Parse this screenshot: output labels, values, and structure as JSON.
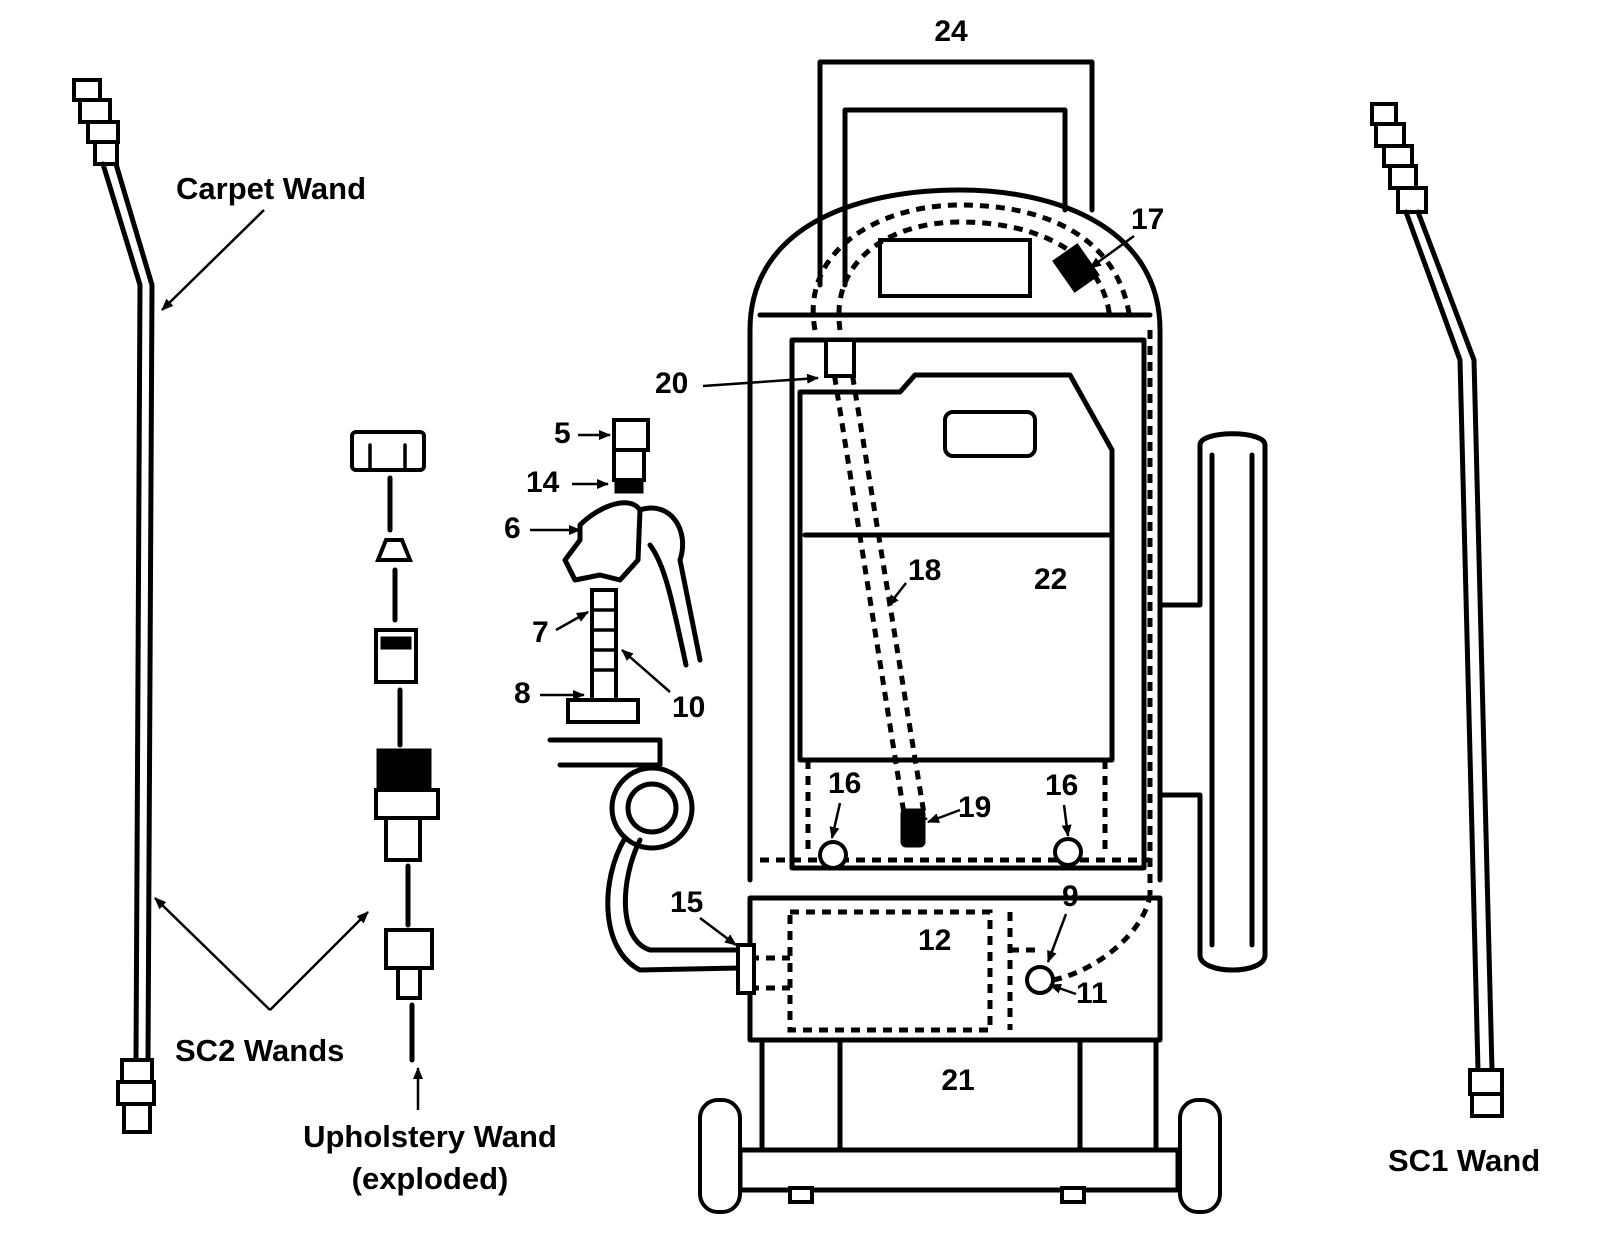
{
  "labels": {
    "carpet_wand": "Carpet Wand",
    "sc2_wands": "SC2 Wands",
    "upholstery_wand_line1": "Upholstery Wand",
    "upholstery_wand_line2": "(exploded)",
    "sc1_wand": "SC1 Wand"
  },
  "part_numbers": {
    "p24": "24",
    "p17": "17",
    "p20": "20",
    "p5": "5",
    "p14": "14",
    "p6": "6",
    "p7": "7",
    "p8": "8",
    "p10": "10",
    "p18": "18",
    "p22": "22",
    "p16a": "16",
    "p16b": "16",
    "p19": "19",
    "p15": "15",
    "p12": "12",
    "p9": "9",
    "p11": "11",
    "p21": "21"
  }
}
